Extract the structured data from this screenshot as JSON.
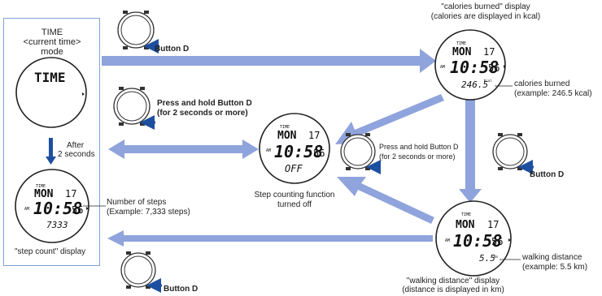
{
  "mode_panel": {
    "title_line1": "TIME",
    "title_line2": "<current time>",
    "title_line3": "mode",
    "after_line1": "After",
    "after_line2": "2 seconds",
    "bottom_caption": "\"step count\" display"
  },
  "watches": {
    "time_mode": {
      "label": "TIME",
      "top": "TIME"
    },
    "step_count": {
      "top": "TIME",
      "day": "MON",
      "date": "17",
      "ampm": "AM",
      "time": "10:58",
      "sec": "56",
      "bottom": "7333"
    },
    "step_off": {
      "top": "TIME",
      "day": "MON",
      "date": "17",
      "ampm": "AM",
      "time": "10:58",
      "sec": "56",
      "bottom": "OFF"
    },
    "calories": {
      "top": "TIME",
      "day": "MON",
      "date": "17",
      "ampm": "AM",
      "time": "10:58",
      "sec": "56",
      "bottom": "246.5",
      "unit": "Kcal"
    },
    "walking": {
      "top": "TIME",
      "day": "MON",
      "date": "17",
      "ampm": "AM",
      "time": "10:58",
      "sec": "56",
      "bottom": "5.5",
      "unit": "Km"
    }
  },
  "labels": {
    "button_d_top": "Button D",
    "press_hold_left_1": "Press and hold Button D",
    "press_hold_left_2": "(for 2 seconds or more)",
    "step_off_1": "Step counting function",
    "step_off_2": "turned off",
    "press_hold_right_1": "Press and hold Button D",
    "press_hold_right_2": "(for 2 seconds or more)",
    "button_d_right": "Button D",
    "button_d_bottom": "Button D",
    "steps_1": "Number of steps",
    "steps_2": "(Example: 7,333 steps)",
    "cal_title_1": "\"calories burned\" display",
    "cal_title_2": "(calories are displayed in kcal)",
    "cal_label_1": "calories burned",
    "cal_label_2": "(example: 246.5 kcal)",
    "walk_label_1": "walking distance",
    "walk_label_2": "(example: 5.5 km)",
    "walk_title_1": "\"walking distance\" display",
    "walk_title_2": "(distance is displayed in km)"
  },
  "colors": {
    "arrow": "#8fa3dc",
    "small_arrow": "#1d4fa0",
    "panel_border": "#7ea3d6"
  }
}
